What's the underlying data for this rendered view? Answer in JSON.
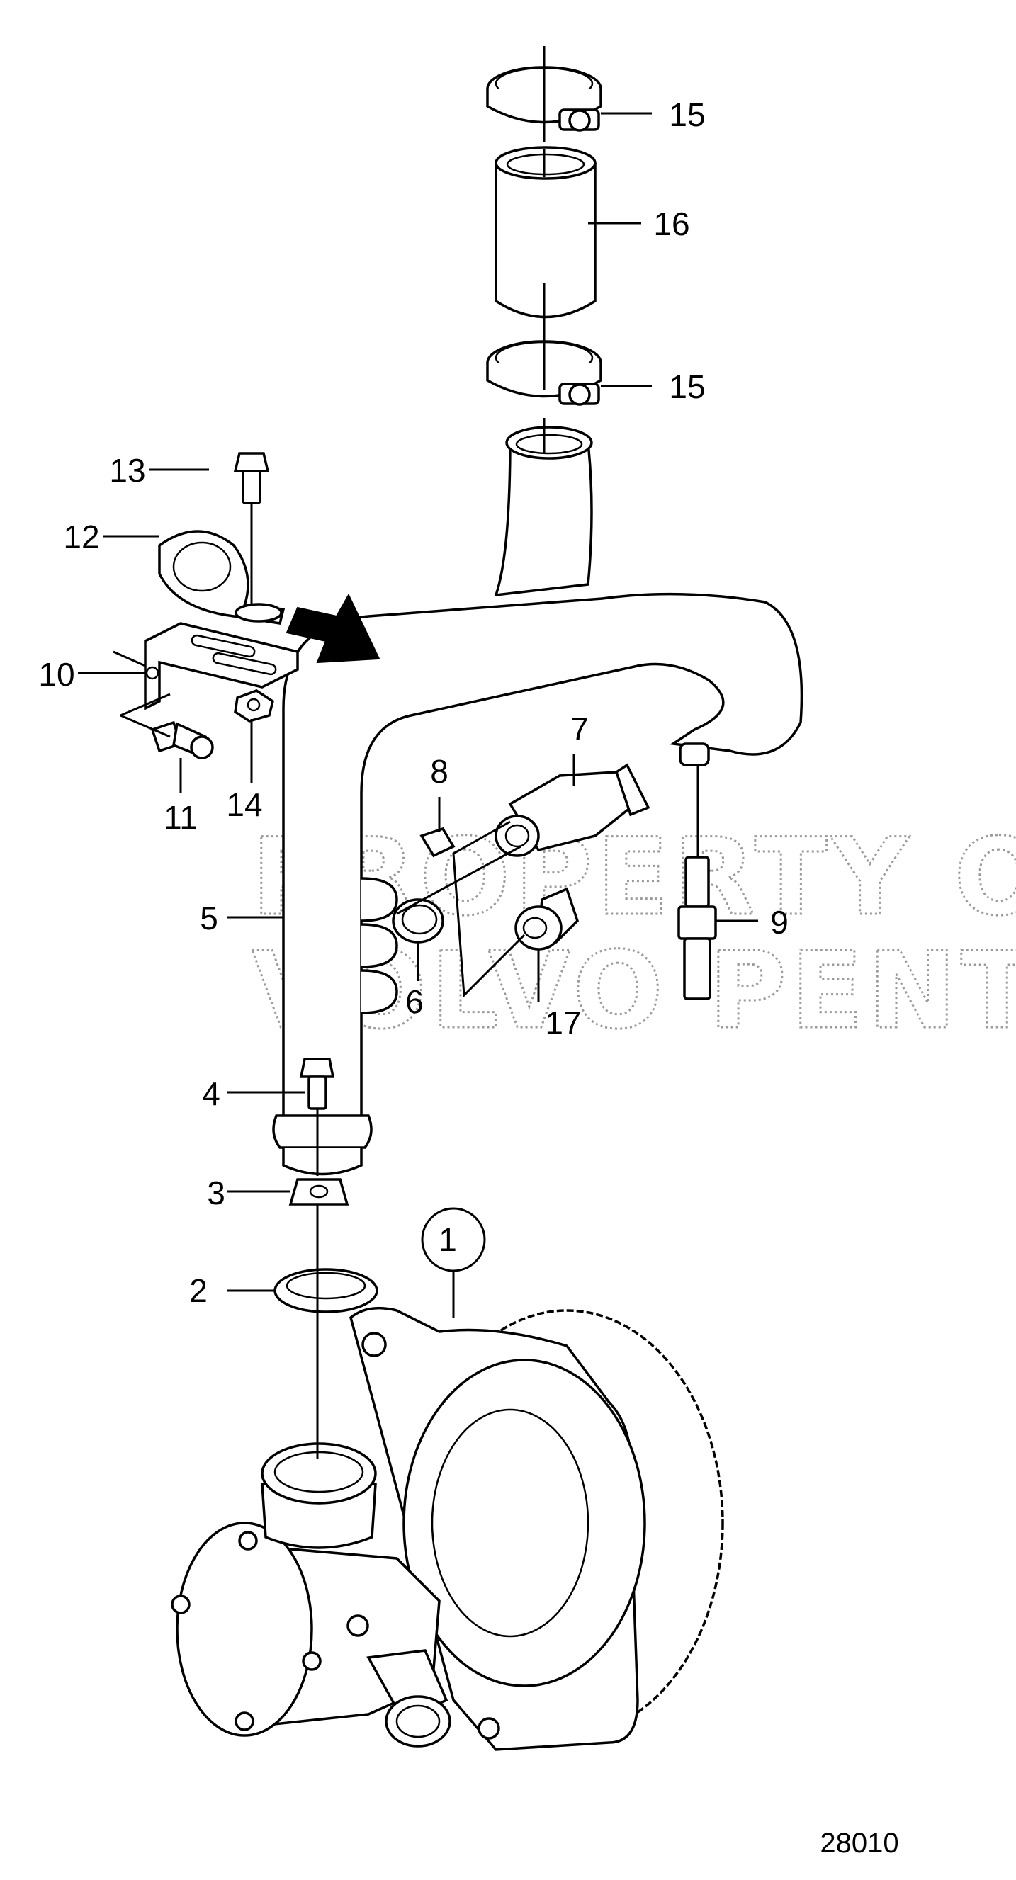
{
  "callouts": [
    "1",
    "2",
    "3",
    "4",
    "5",
    "6",
    "7",
    "8",
    "9",
    "10",
    "11",
    "12",
    "13",
    "14",
    "15",
    "16",
    "17"
  ],
  "watermark": {
    "line1": "PROPERTY OF",
    "line2": "VOLVO PENTA"
  },
  "figure_number": "28010",
  "colors": {
    "ink": "#000000",
    "paper": "#ffffff",
    "watermark": "#9a9a9a"
  }
}
